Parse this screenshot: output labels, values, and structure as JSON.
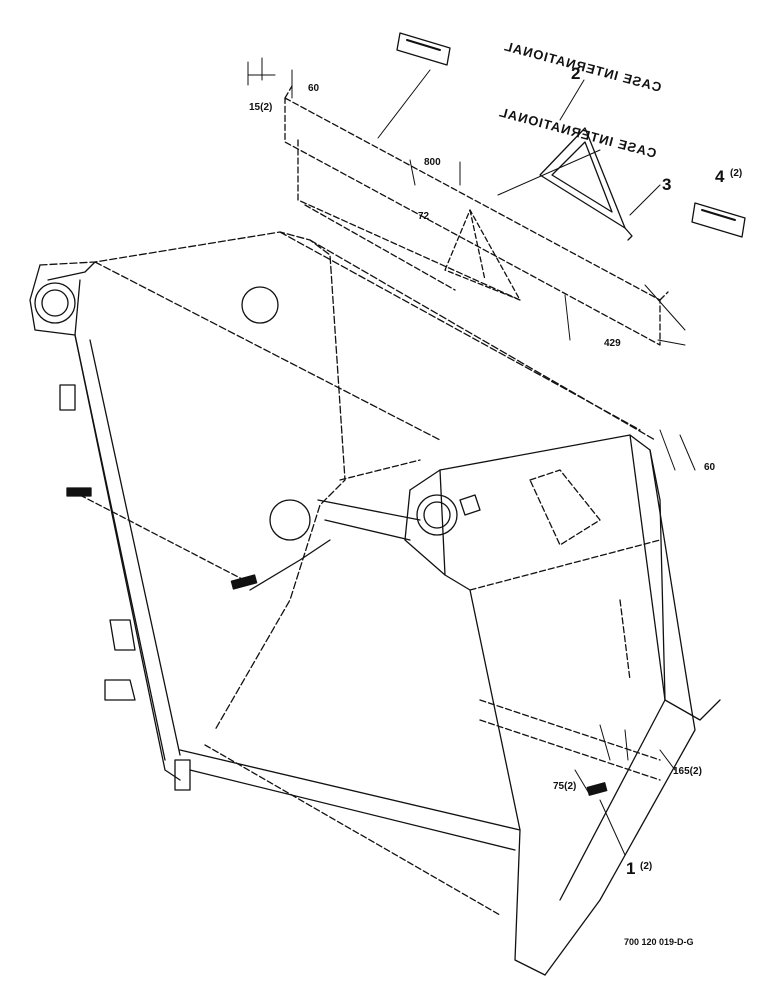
{
  "drawing": {
    "reference_number": "700 120 019-D-G",
    "mirrored_logo_text": "CASE INTERNATIONAL"
  },
  "callouts": [
    {
      "key": "c1",
      "number": "1",
      "qty": "(2)"
    },
    {
      "key": "c2",
      "number": "2",
      "qty": ""
    },
    {
      "key": "c3",
      "number": "3",
      "qty": ""
    },
    {
      "key": "c4",
      "number": "4",
      "qty": "(2)"
    }
  ],
  "dimensions": {
    "d15": "15(2)",
    "d60_top": "60",
    "d800": "800",
    "d72": "72",
    "d429": "429",
    "d60_right": "60",
    "d75": "75(2)",
    "d165": "165(2)"
  }
}
